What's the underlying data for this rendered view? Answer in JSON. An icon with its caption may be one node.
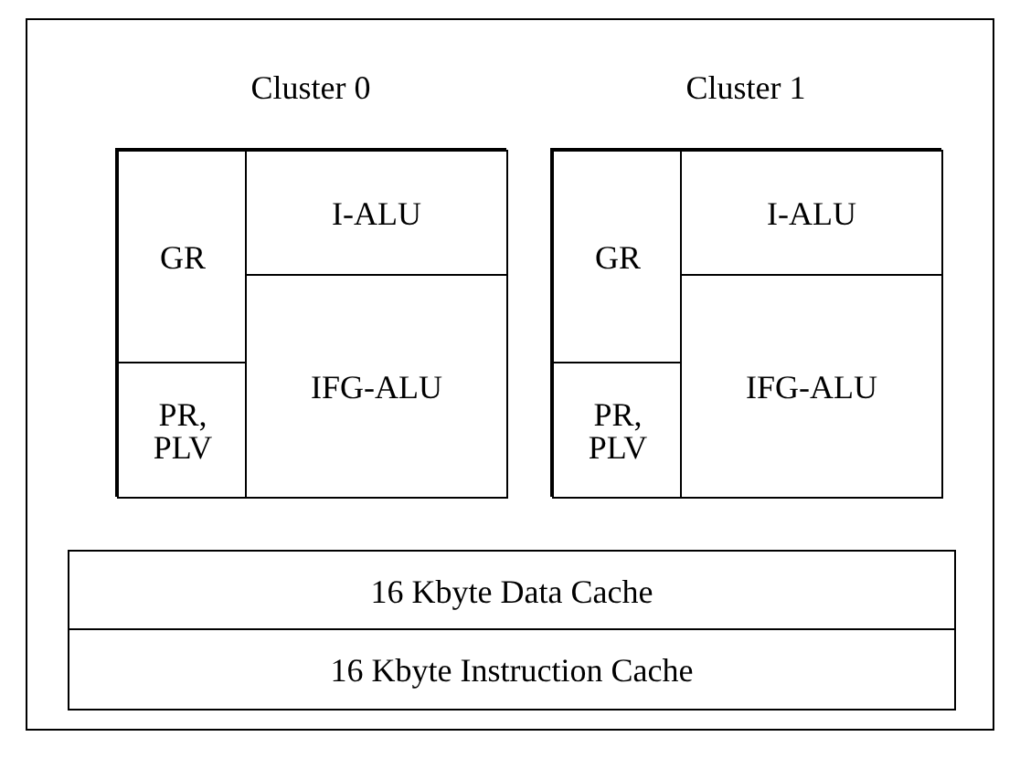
{
  "diagram": {
    "nodes": [
      {
        "text": [],
        "shape": "box"
      },
      {
        "text": [
          "Cluster 0"
        ],
        "in": 0
      },
      {
        "text": [
          "GR"
        ],
        "in": 1
      },
      {
        "text": [
          "I-ALU"
        ],
        "in": 1
      },
      {
        "text": [
          "PR, PLV"
        ],
        "in": 1
      },
      {
        "text": [
          "IFG-ALU"
        ],
        "in": 1
      },
      {
        "text": [
          "Cluster 1"
        ],
        "in": 0
      },
      {
        "text": [
          "GR"
        ],
        "in": 6
      },
      {
        "text": [
          "I-ALU"
        ],
        "in": 6
      },
      {
        "text": [
          "PR, PLV"
        ],
        "in": 6
      },
      {
        "text": [
          "IFG-ALU"
        ],
        "in": 6
      },
      {
        "text": [
          "16 Kbyte Data Cache"
        ],
        "in": 0
      },
      {
        "text": [
          "16 Kbyte Instruction Cache"
        ],
        "in": 0
      }
    ],
    "edges": []
  }
}
